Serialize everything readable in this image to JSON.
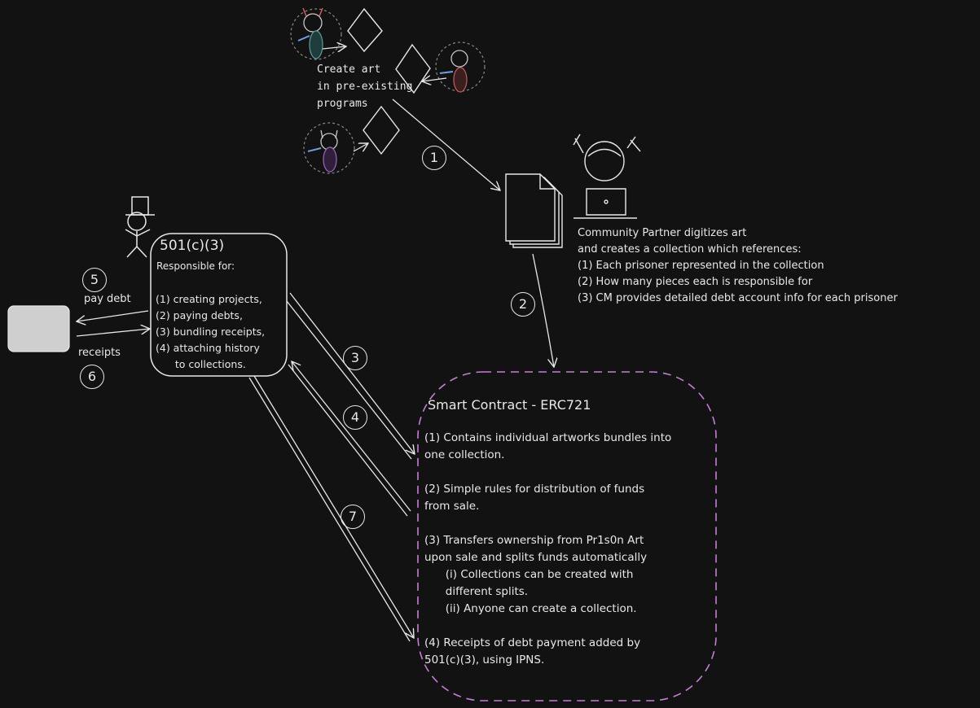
{
  "art_caption": [
    "Create art",
    "in pre-existing",
    "programs"
  ],
  "partner_caption": [
    "Community Partner digitizes art",
    "and creates a collection which references:",
    "(1) Each prisoner represented in the collection",
    "(2) How many pieces each is responsible for",
    "(3) CM provides detailed debt account info for each prisoner"
  ],
  "org_box": {
    "title": "501(c)(3)",
    "subtitle": "Responsible for:",
    "items": [
      "(1) creating projects,",
      "(2) paying debts,",
      "(3) bundling receipts,",
      "(4) attaching history",
      "      to collections."
    ]
  },
  "edge_labels": {
    "pay_debt": "pay debt",
    "receipts": "receipts"
  },
  "step_numbers": [
    "1",
    "2",
    "3",
    "4",
    "5",
    "6",
    "7"
  ],
  "contract": {
    "title": "Smart Contract - ERC721",
    "lines": [
      "(1) Contains individual artworks bundles into",
      "one collection.",
      "",
      "(2) Simple rules for distribution of funds",
      "from sale.",
      "",
      "(3) Transfers ownership from Pr1s0n Art",
      "upon sale and splits funds automatically",
      "      (i) Collections can be created with",
      "      different splits.",
      "      (ii) Anyone can create a collection.",
      "",
      "(4) Receipts of debt payment added by",
      "501(c)(3), using IPNS."
    ]
  },
  "colors": {
    "background": "#121212",
    "stroke": "#e8e8e8",
    "contract_border": "#c77dd6",
    "card": "#cfcfcf"
  }
}
